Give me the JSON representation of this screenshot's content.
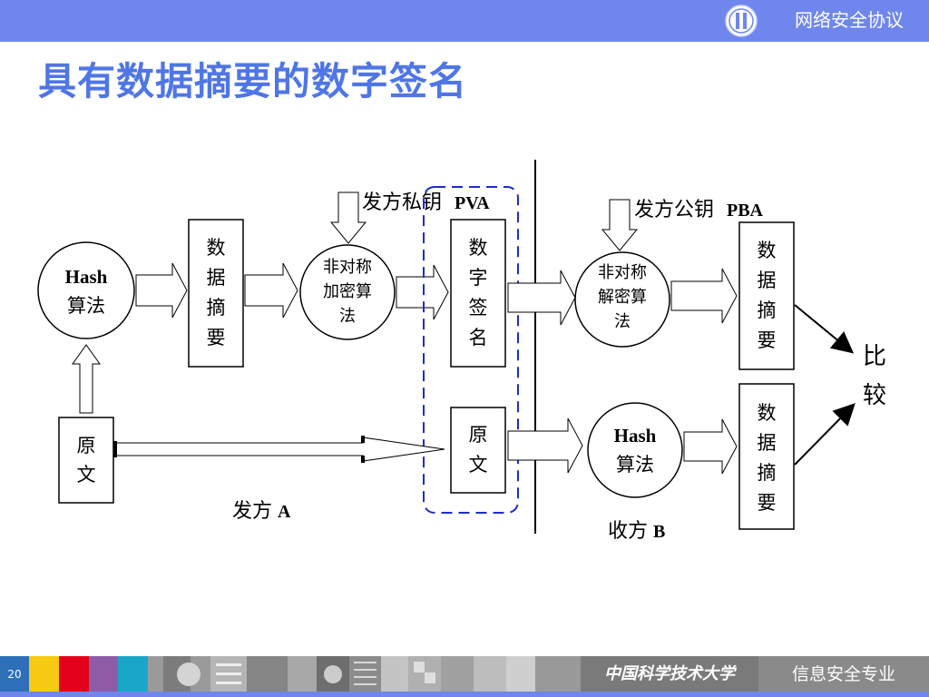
{
  "header": {
    "course_title": "网络安全协议"
  },
  "slide": {
    "title": "具有数据摘要的数字签名"
  },
  "diagram": {
    "hash_a": {
      "line1": "Hash",
      "line2": "算法"
    },
    "digest_a": [
      "数",
      "据",
      "摘",
      "要"
    ],
    "encrypt": {
      "line1": "非对称",
      "line2": "加密算",
      "line3": "法"
    },
    "private_key": {
      "prefix": "发方私钥",
      "key": "PVA"
    },
    "signature": [
      "数",
      "字",
      "签",
      "名"
    ],
    "original_a": [
      "原",
      "文"
    ],
    "original_b": [
      "原",
      "文"
    ],
    "sender": {
      "prefix": "发方",
      "key": "A"
    },
    "public_key": {
      "prefix": "发方公钥",
      "key": "PBA"
    },
    "decrypt": {
      "line1": "非对称",
      "line2": "解密算",
      "line3": "法"
    },
    "digest_b1": [
      "数",
      "据",
      "摘",
      "要"
    ],
    "hash_b": {
      "line1": "Hash",
      "line2": "算法"
    },
    "digest_b2": [
      "数",
      "据",
      "摘",
      "要"
    ],
    "receiver": {
      "prefix": "收方",
      "key": "B"
    },
    "compare": [
      "比",
      "较"
    ]
  },
  "footer": {
    "page_number": "20",
    "university": "中国科学技术大学",
    "department": "信息安全专业"
  },
  "colors": {
    "accent": "#6f86ec",
    "title": "#4f76e6",
    "dashed_box": "#1c2fc4",
    "page_badge": "#2d6fb8"
  }
}
